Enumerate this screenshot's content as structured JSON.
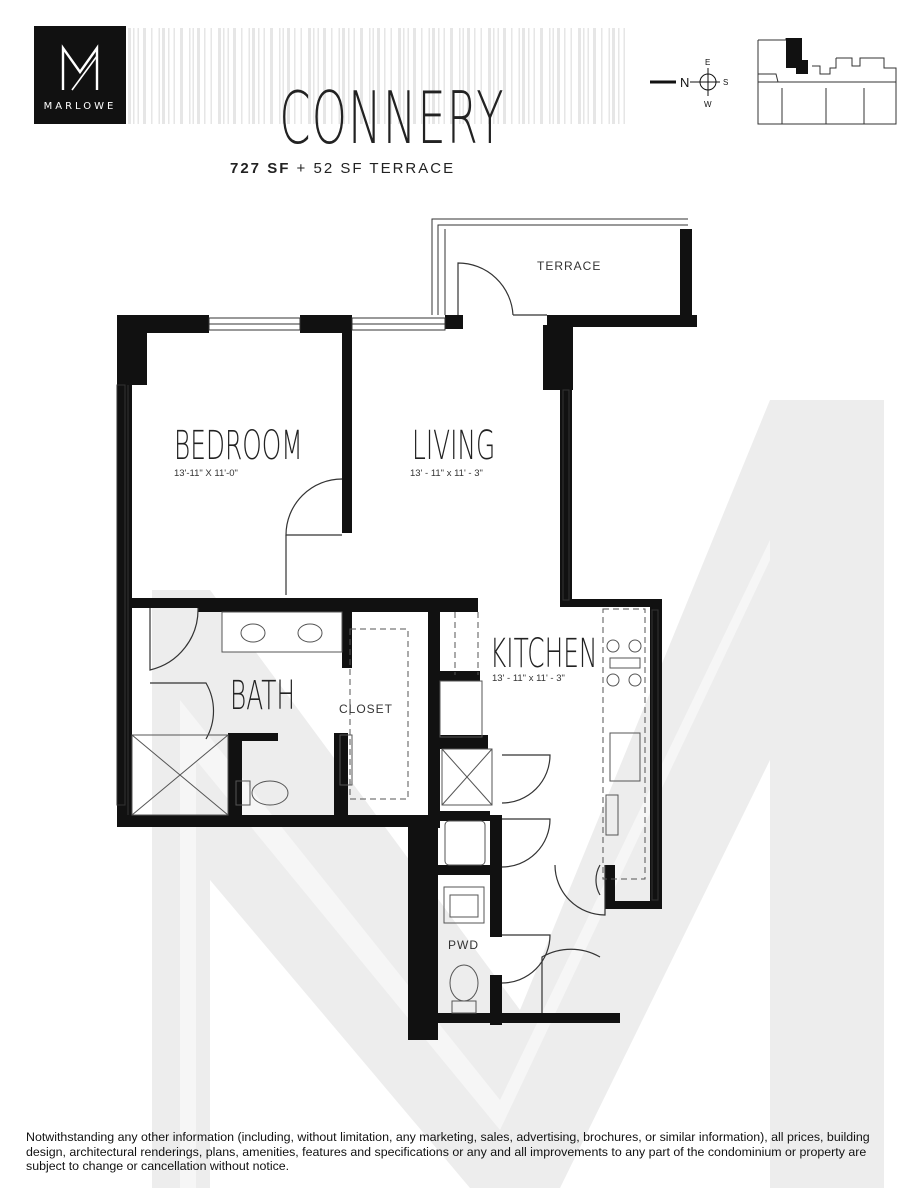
{
  "brand": {
    "name": "MARLOWE"
  },
  "unit": {
    "name": "CONNERY",
    "interior_sf": "727 SF",
    "separator": "+",
    "terrace_sf": "52 SF TERRACE"
  },
  "compass": {
    "north": "N",
    "east": "E",
    "south": "S",
    "west": "W"
  },
  "rooms": {
    "terrace": {
      "label": "TERRACE"
    },
    "bedroom": {
      "label": "BEDROOM",
      "dimensions": "13'-11\" X 11'-0\""
    },
    "living": {
      "label": "LIVING",
      "dimensions": "13' - 11\" x 11' - 3\""
    },
    "kitchen": {
      "label": "KITCHEN",
      "dimensions": "13' - 11\" x 11' - 3\""
    },
    "bath": {
      "label": "BATH"
    },
    "closet": {
      "label": "CLOSET"
    },
    "powder": {
      "label": "PWD"
    }
  },
  "disclaimer": "Notwithstanding any other information (including, without limitation, any marketing, sales, advertising, brochures, or similar information), all prices, building design, architectural renderings, plans, amenities, features and specifications or any and all improvements to any part of the condominium or property are subject to change or cancellation without notice.",
  "colors": {
    "wall": "#111111",
    "watermark": "#ececec",
    "stripes": "#e6e6e6",
    "fixture_line": "#555555"
  },
  "icons": [
    "marlowe-logo-icon",
    "compass-icon",
    "key-plan-icon",
    "watermark-m-icon"
  ]
}
